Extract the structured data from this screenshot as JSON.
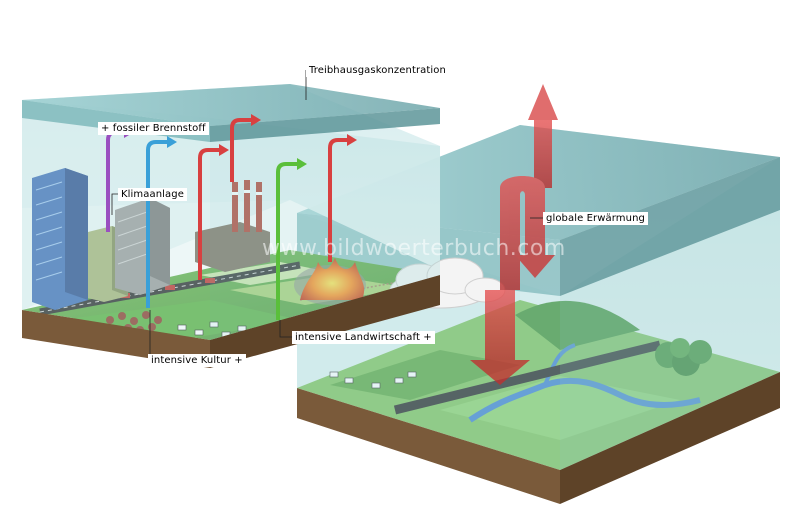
{
  "labels": {
    "greenhouse": "Treibhausgaskonzentration",
    "fossil_fuel": "+ fossiler Brennstoff",
    "air_conditioning": "Klimaanlage",
    "global_warming": "globale Erwärmung",
    "intensive_agriculture": "intensive Landwirtschaft +",
    "intensive_culture": "intensive Kultur +"
  },
  "watermark": "www.bildwoerterbuch.com",
  "colors": {
    "atmosphere": "#8fc6c8",
    "atmosphere_top": "#6fa9ad",
    "soil": "#7a5a3a",
    "grass": "#5aa640",
    "arrow_red": "#d84040",
    "arrow_blue": "#3aa0d8",
    "arrow_purple": "#9a4fc0",
    "arrow_green": "#5abf3a",
    "warming_red": "#cc3333"
  },
  "icons": [
    "building-icon",
    "factory-icon",
    "fire-icon",
    "cloud-icon",
    "cow-icon",
    "tree-icon",
    "river-icon",
    "road-icon"
  ]
}
